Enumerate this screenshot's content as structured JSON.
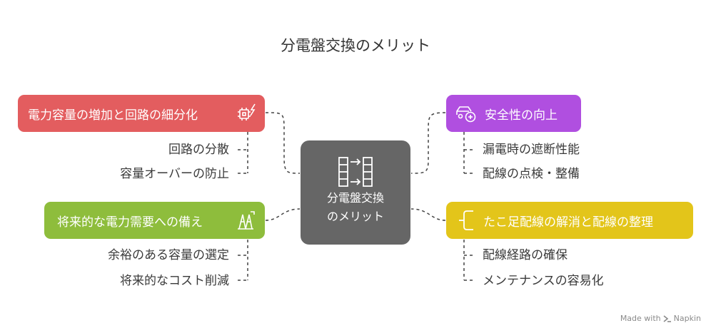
{
  "title": "分電盤交換のメリット",
  "center": {
    "line1": "分電盤交換",
    "line2": "のメリット",
    "icon": "switch-panel-icon"
  },
  "branches": {
    "top_left": {
      "label": "電力容量の増加と回路の細分化",
      "color": "#E35D5F",
      "icon": "chip-lightning-icon",
      "items": [
        "回路の分散",
        "容量オーバーの防止"
      ]
    },
    "bottom_left": {
      "label": "将来的な電力需要への備え",
      "color": "#8EBD3C",
      "icon": "power-tower-icon",
      "items": [
        "余裕のある容量の選定",
        "将来的なコスト削減"
      ]
    },
    "top_right": {
      "label": "安全性の向上",
      "color": "#B04FE0",
      "icon": "car-shield-icon",
      "items": [
        "漏電時の遮断性能",
        "配線の点検・整備"
      ]
    },
    "bottom_right": {
      "label": "たこ足配線の解消と配線の整理",
      "color": "#E3C51A",
      "icon": "wire-branch-icon",
      "items": [
        "配線経路の確保",
        "メンテナンスの容易化"
      ]
    }
  },
  "footer": {
    "text": "Made with",
    "brand": "Napkin"
  }
}
